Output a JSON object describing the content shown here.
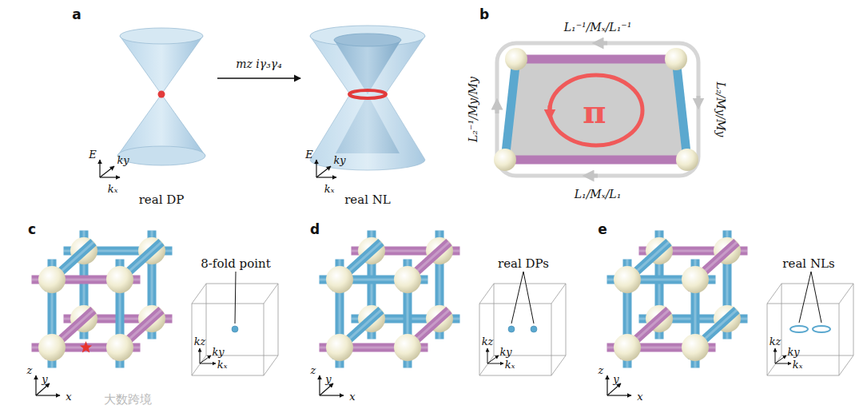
{
  "diagram": {
    "labels": [
      "a",
      "E",
      "ky",
      "kₓ",
      "real DP",
      "mz iγ₃γ₄",
      "E",
      "ky",
      "kₓ",
      "real NL",
      "b",
      "L₁⁻¹/Mₓ/L₁⁻¹",
      "L₂/My/My",
      "L₁/Mₓ/L₁",
      "L₂⁻¹/My/My",
      "π",
      "c",
      "8-fold point",
      "z",
      "y",
      "x",
      "kz",
      "ky",
      "kₓ",
      "d",
      "real DPs",
      "z",
      "y",
      "x",
      "kz",
      "ky",
      "kₓ",
      "e",
      "real NLs",
      "z",
      "y",
      "x",
      "kz",
      "ky",
      "kₓ",
      "大数跨境"
    ]
  }
}
